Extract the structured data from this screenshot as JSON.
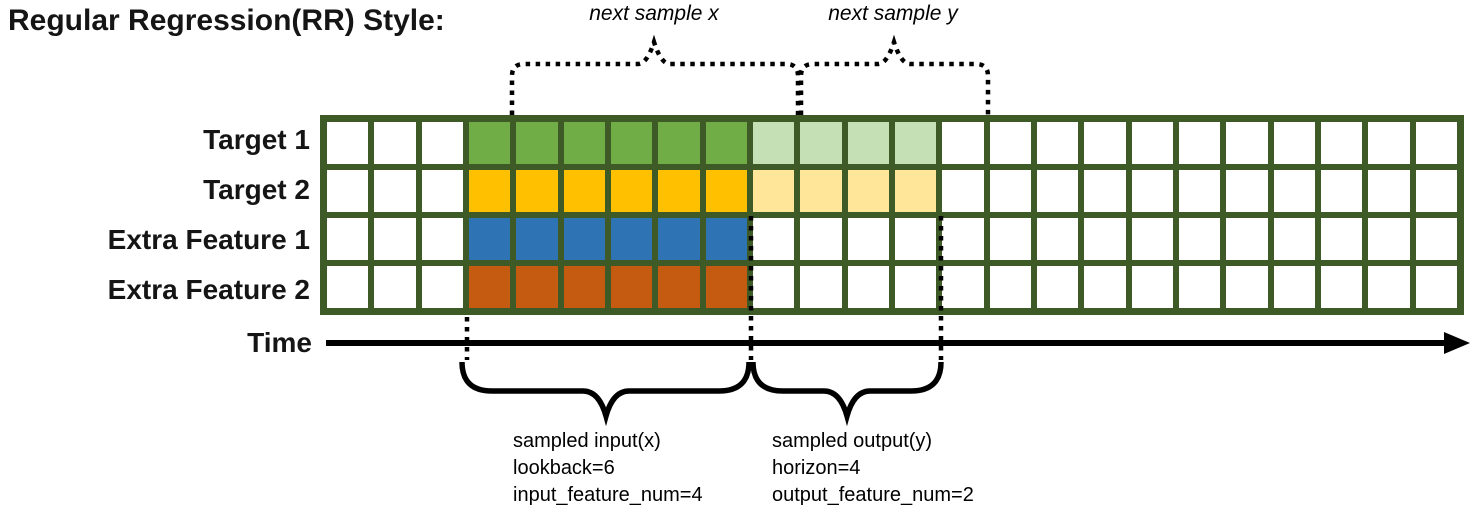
{
  "title": "Regular Regression(RR) Style:",
  "grid": {
    "columns": 24,
    "input_start_col": 4,
    "input_end_col": 9,
    "output_start_col": 10,
    "output_end_col": 13,
    "border_color": "#3E5A26",
    "cell_default_color": "#FFFFFF",
    "rows": [
      {
        "label": "Target 1",
        "input_color": "#70AD47",
        "output_color": "#C5E0B4"
      },
      {
        "label": "Target 2",
        "input_color": "#FFC000",
        "output_color": "#FFE699"
      },
      {
        "label": "Extra Feature 1",
        "input_color": "#2E74B5",
        "output_color": "#FFFFFF"
      },
      {
        "label": "Extra Feature 2",
        "input_color": "#C55A11",
        "output_color": "#FFFFFF"
      }
    ]
  },
  "annotations": {
    "next_sample_x": "next sample x",
    "next_sample_y": "next sample y",
    "time_label": "Time",
    "input_lines": [
      "sampled input(x)",
      "lookback=6",
      "input_feature_num=4"
    ],
    "output_lines": [
      "sampled output(y)",
      "horizon=4",
      "output_feature_num=2"
    ]
  }
}
